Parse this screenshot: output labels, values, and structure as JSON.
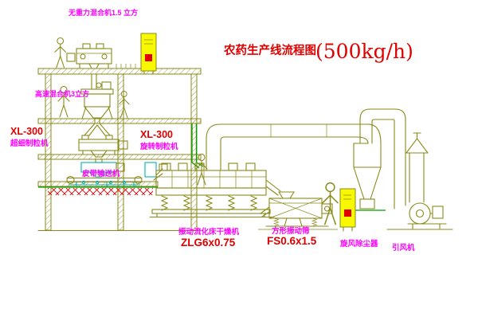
{
  "title": {
    "main": "农药生产线流程图",
    "capacity": "(500kg/h)"
  },
  "equipment_labels": {
    "top_mixer": "无重力混合机1.5 立方",
    "high_speed_mixer": "高速混合机3立方",
    "left_granulator_model": "XL-300",
    "left_granulator_name": "超细制粒机",
    "right_granulator_model": "XL-300",
    "right_granulator_name": "旋转制粒机",
    "belt_conveyor": "皮带输送机",
    "fluid_bed_dryer_name": "振动流化床干燥机",
    "fluid_bed_dryer_model": "ZLG6x0.75",
    "vibrating_sieve_name": "方形振动筛",
    "vibrating_sieve_model": "FS0.6x1.5",
    "cyclone_dust_collector": "旋风除尘器",
    "induced_draft_fan": "引风机"
  },
  "colors": {
    "line_olive": "#8a8a1a",
    "label_magenta": "#ff00ff",
    "label_red": "#e00000",
    "machine_cyan": "#00b2b2",
    "ground_green": "#00a000",
    "cabinet_yellow": "#f8f800",
    "background": "#ffffff"
  }
}
